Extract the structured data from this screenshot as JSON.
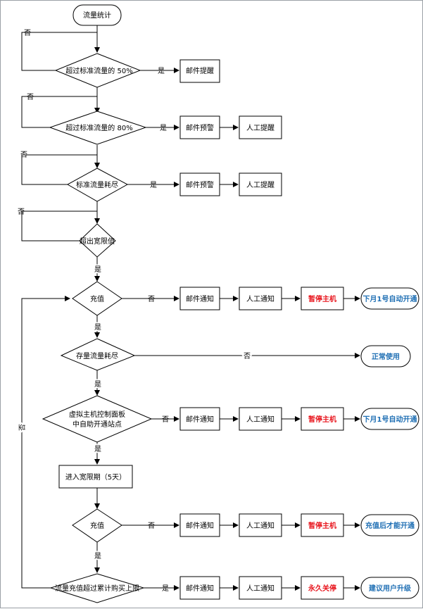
{
  "start": "流量统计",
  "decisions": {
    "d1": "超过标准流量的 50%",
    "d2": "超过标准流量的 80%",
    "d3": "标准流量耗尽",
    "d4": "超出宽限值",
    "d5": "充值",
    "d6": "存量流量耗尽",
    "d7_line1": "虚拟主机控制面板",
    "d7_line2": "中自助开通站点",
    "d8": "充值",
    "d9": "流量充值超过累计购买上限"
  },
  "process": {
    "grace": "进入宽限期（5天）"
  },
  "actions": {
    "email_remind": "邮件提醒",
    "email_warn": "邮件预警",
    "manual_remind": "人工提醒",
    "email_notify": "邮件通知",
    "manual_notify": "人工通知",
    "suspend": "暂停主机",
    "permanent_stop": "永久关停"
  },
  "outcomes": {
    "auto_open": "下月1号自动开通",
    "normal": "正常使用",
    "open_after_recharge": "充值后才能开通",
    "upgrade": "建议用户升级"
  },
  "labels": {
    "yes": "是",
    "no": "否"
  },
  "colors": {
    "line": "#000000",
    "suspend_red": "#e8141c",
    "outcome_blue": "#1f6fb4",
    "border": "#9aa0a6"
  }
}
